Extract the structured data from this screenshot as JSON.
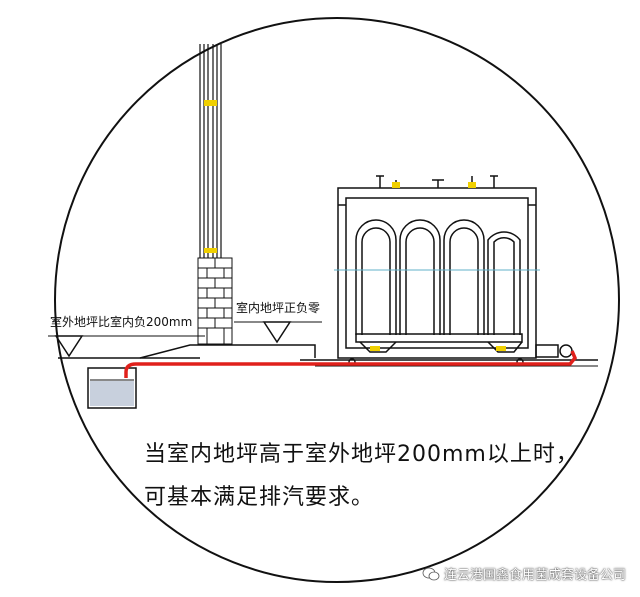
{
  "labels": {
    "outdoor_floor": "室外地坪比室内负200mm",
    "indoor_floor": "室内地坪正负零"
  },
  "caption": {
    "line1": "当室内地坪高于室外地坪200mm以上时，",
    "line2": "可基本满足排汽要求。"
  },
  "watermark": {
    "company": "连云港国鑫食用菌成套设备公司",
    "icon": "wechat-icon"
  },
  "colors": {
    "line": "#111111",
    "pipe": "#e0201b",
    "marker": "#f0d000",
    "water": "#9aa8c0"
  }
}
